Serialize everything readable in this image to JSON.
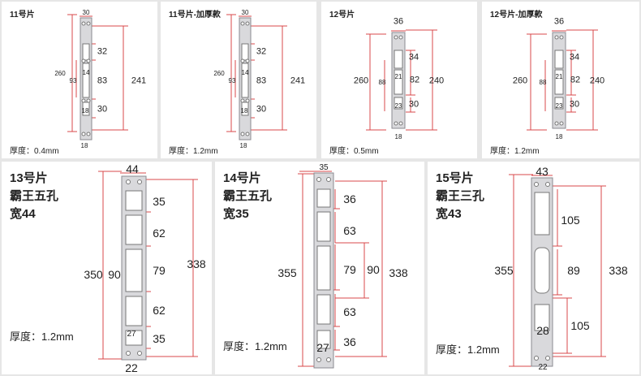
{
  "panels": [
    {
      "id": "p11",
      "size": "small",
      "title_lines": [
        "11号片"
      ],
      "thickness": "厚度：0.4mm",
      "dims": {
        "top_width": "30",
        "main_height": "241",
        "total_height": "260",
        "upper_slot": "32",
        "middle_span": "83",
        "inner_span": "93",
        "middle_small": "14",
        "lower_slot": "30",
        "bottom_small": "18",
        "bottom_width": "18"
      }
    },
    {
      "id": "p11t",
      "size": "small",
      "title_lines": [
        "11号片-加厚款"
      ],
      "thickness": "厚度：1.2mm",
      "dims": {
        "top_width": "30",
        "main_height": "241",
        "total_height": "260",
        "upper_slot": "32",
        "middle_span": "83",
        "inner_span": "93",
        "middle_small": "14",
        "lower_slot": "30",
        "bottom_small": "18",
        "bottom_width": "18"
      }
    },
    {
      "id": "p12",
      "size": "small",
      "title_lines": [
        "12号片"
      ],
      "thickness": "厚度：0.5mm",
      "dims": {
        "top_width": "36",
        "main_height": "240",
        "total_height": "260",
        "upper_slot": "34",
        "middle_span": "82",
        "inner_span": "88",
        "middle_small": "21",
        "lower_slot": "30",
        "bottom_small": "23",
        "bottom_width": "18"
      }
    },
    {
      "id": "p12t",
      "size": "small",
      "title_lines": [
        "12号片-加厚款"
      ],
      "thickness": "厚度：1.2mm",
      "dims": {
        "top_width": "36",
        "main_height": "240",
        "total_height": "260",
        "upper_slot": "34",
        "middle_span": "82",
        "inner_span": "88",
        "middle_small": "21",
        "lower_slot": "30",
        "bottom_small": "23",
        "bottom_width": "18"
      }
    },
    {
      "id": "p13",
      "size": "large",
      "title_lines": [
        "13号片",
        "霸王五孔",
        "宽44"
      ],
      "thickness": "厚度：1.2mm",
      "dims": {
        "top_width": "44",
        "main_height": "338",
        "total_height": "350",
        "seg_top": "35",
        "seg_upper": "62",
        "seg_mid": "79",
        "seg_lower": "62",
        "seg_bottom": "35",
        "inner_span": "90",
        "bottom_small": "27",
        "bottom_width": "22"
      }
    },
    {
      "id": "p14",
      "size": "large",
      "title_lines": [
        "14号片",
        "霸王五孔",
        "宽35"
      ],
      "thickness": "厚度：1.2mm",
      "dims": {
        "top_width": "35",
        "main_height": "338",
        "total_height": "355",
        "seg_top": "36",
        "seg_upper": "63",
        "seg_mid": "79",
        "seg_lower": "63",
        "seg_bottom": "36",
        "inner_span": "90",
        "bottom_small": "27"
      }
    },
    {
      "id": "p15",
      "size": "large",
      "title_lines": [
        "15号片",
        "霸王三孔",
        "宽43"
      ],
      "thickness": "厚度：1.2mm",
      "dims": {
        "top_width": "43",
        "main_height": "338",
        "total_height": "355",
        "seg_upper": "105",
        "seg_mid": "89",
        "seg_lower": "105",
        "bottom_small": "28",
        "bottom_width": "22"
      }
    }
  ],
  "colors": {
    "plate_fill": "#d9d9dc",
    "plate_edge": "#8a8a90",
    "dim_line": "#d9484b",
    "slot_fill": "#ffffff"
  }
}
